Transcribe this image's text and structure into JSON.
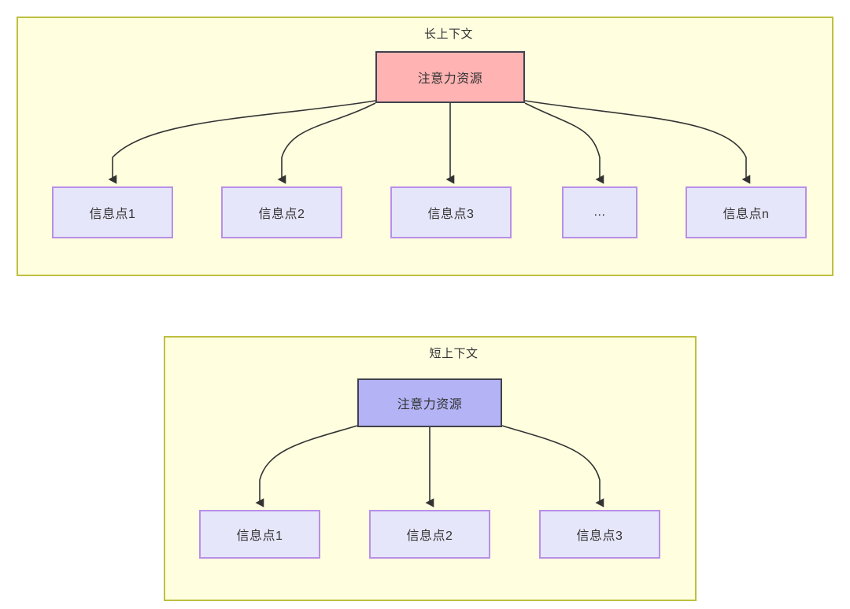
{
  "diagram": {
    "title_long": "长上下文",
    "title_short": "短上下文",
    "colors": {
      "container_fill": "#FFFFE0",
      "container_border": "#BFBF3F",
      "attention_long_fill": "#FFB3B3",
      "attention_short_fill": "#B3B3F5",
      "node_border_dark": "#41424C",
      "info_fill": "#E6E6FA",
      "info_border": "#B98FE8",
      "edge_stroke": "#333333"
    },
    "long_context": {
      "title": "长上下文",
      "root": {
        "label": "注意力资源"
      },
      "children": [
        {
          "label": "信息点1"
        },
        {
          "label": "信息点2"
        },
        {
          "label": "信息点3"
        },
        {
          "label": "..."
        },
        {
          "label": "信息点n"
        }
      ]
    },
    "short_context": {
      "title": "短上下文",
      "root": {
        "label": "注意力资源"
      },
      "children": [
        {
          "label": "信息点1"
        },
        {
          "label": "信息点2"
        },
        {
          "label": "信息点3"
        }
      ]
    }
  }
}
